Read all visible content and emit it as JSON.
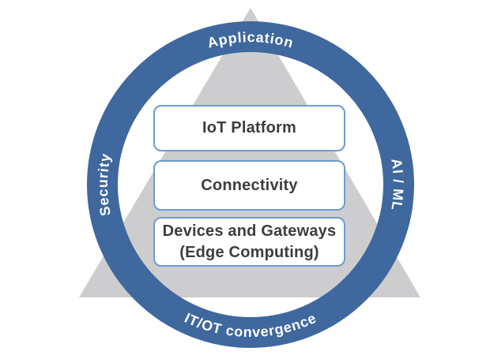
{
  "colors": {
    "background": "#ffffff",
    "ring": "#3e689e",
    "triangle": "#cdcdcf",
    "box_border": "#6f9bcd",
    "box_bg": "#ffffff",
    "box_text": "#3d3d3f",
    "ring_label": "#ffffff"
  },
  "ring_labels": {
    "top": "Application",
    "right": "AI / ML",
    "bottom": "IT/OT convergence",
    "left": "Security"
  },
  "layers": [
    {
      "label": "IoT Platform"
    },
    {
      "label": "Connectivity"
    },
    {
      "line1": "Devices and Gateways",
      "line2": "(Edge Computing)"
    }
  ]
}
